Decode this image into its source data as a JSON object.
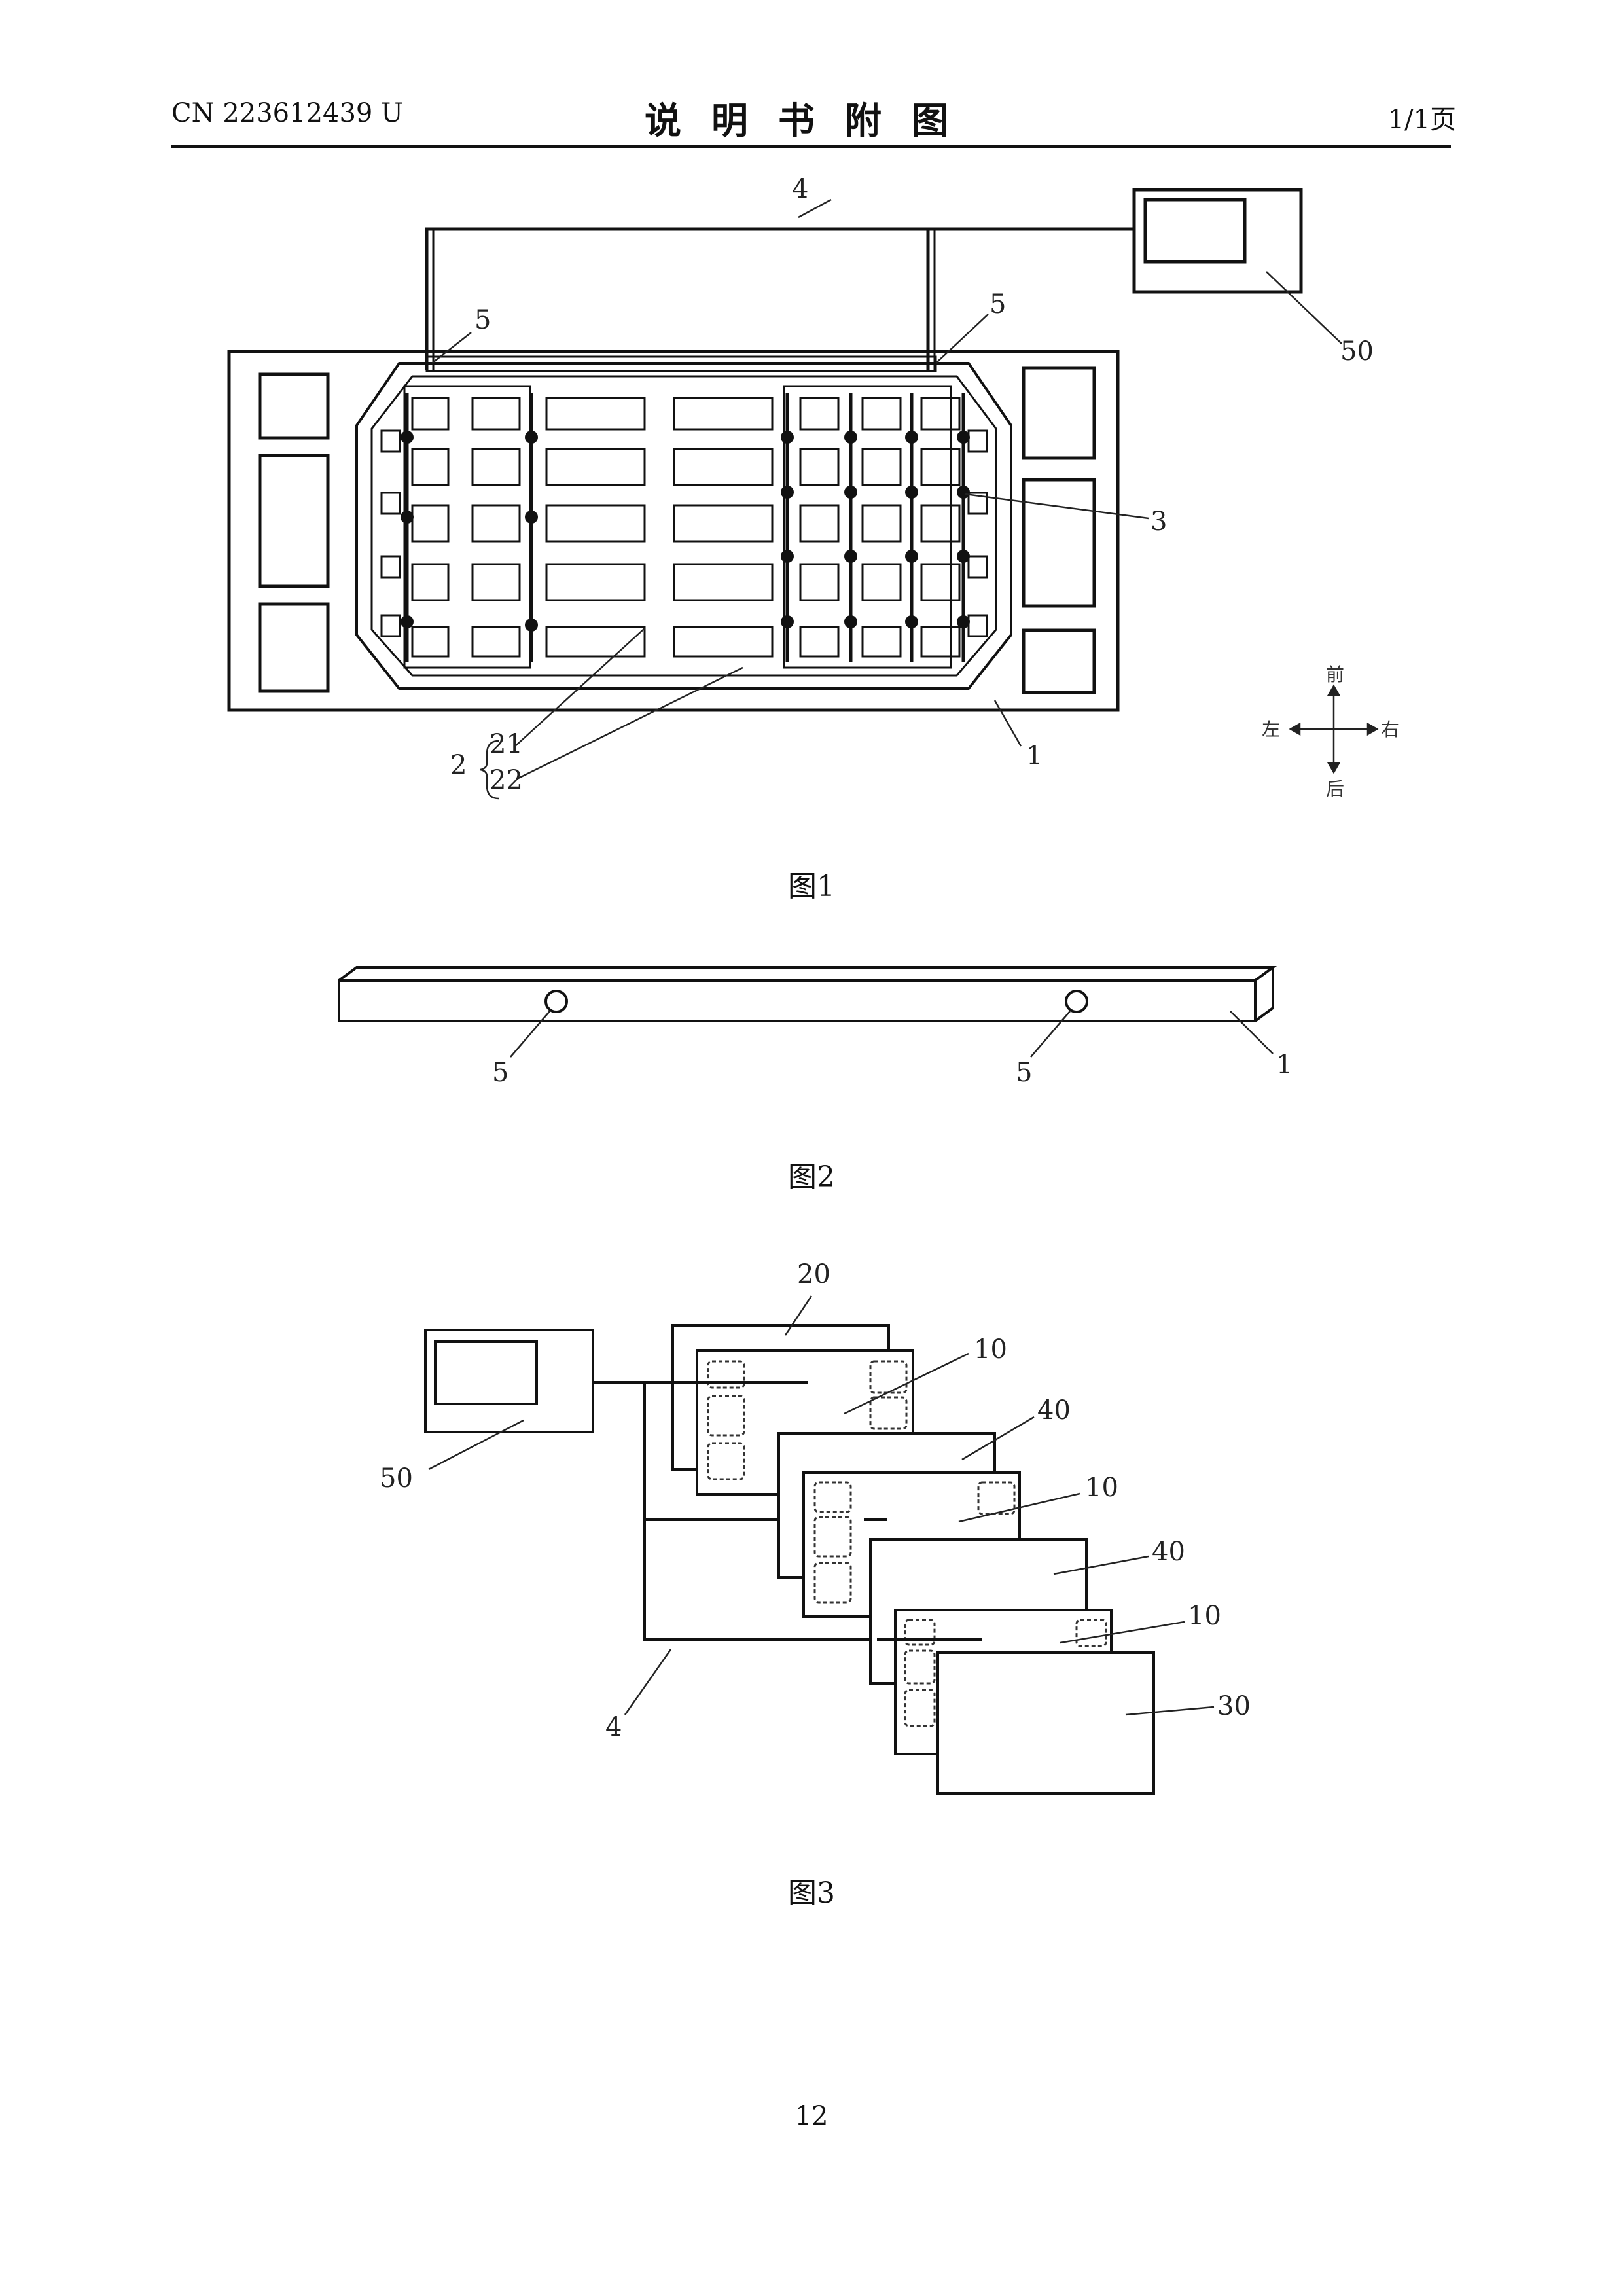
{
  "header": {
    "publication_number": "CN 223612439 U",
    "title": "说明书附图",
    "page_of": "1/1页"
  },
  "figure1": {
    "caption": "图1",
    "labels": {
      "cable": "4",
      "sensor_left": "5",
      "sensor_right": "5",
      "controller": "50",
      "bolt": "3",
      "frame": "1",
      "group": "2",
      "sub_a": "21",
      "sub_b": "22"
    },
    "compass": {
      "front": "前",
      "back": "后",
      "left": "左",
      "right": "右"
    }
  },
  "figure2": {
    "caption": "图2",
    "labels": {
      "sensor_left": "5",
      "sensor_right": "5",
      "frame": "1"
    }
  },
  "figure3": {
    "caption": "图3",
    "labels": {
      "controller": "50",
      "board_top": "20",
      "module_1": "10",
      "layer_1": "40",
      "module_2": "10",
      "layer_2": "40",
      "module_3": "10",
      "base": "30",
      "cable": "4"
    }
  },
  "footer": {
    "page_number": "12"
  }
}
